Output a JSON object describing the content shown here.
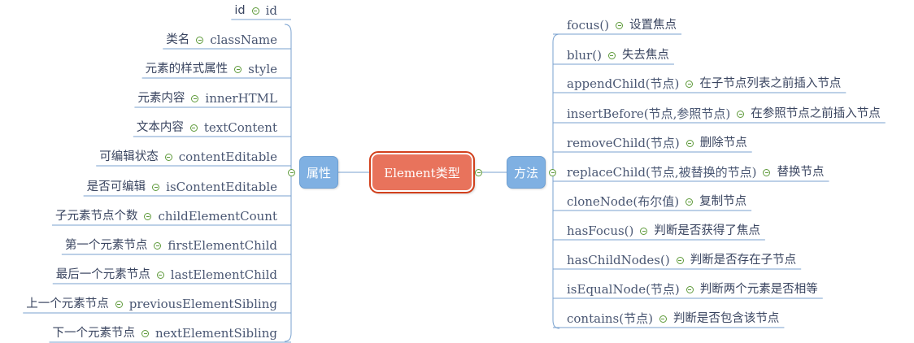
{
  "center": {
    "label": "Element类型"
  },
  "left_branch": {
    "label": "属性",
    "items": [
      {
        "zh": "id",
        "en": "id"
      },
      {
        "zh": "类名",
        "en": "className"
      },
      {
        "zh": "元素的样式属性",
        "en": "style"
      },
      {
        "zh": "元素内容",
        "en": "innerHTML"
      },
      {
        "zh": "文本内容",
        "en": "textContent"
      },
      {
        "zh": "可编辑状态",
        "en": "contentEditable"
      },
      {
        "zh": "是否可编辑",
        "en": "isContentEditable"
      },
      {
        "zh": "子元素节点个数",
        "en": "childElementCount"
      },
      {
        "zh": "第一个元素节点",
        "en": "firstElementChild"
      },
      {
        "zh": "最后一个元素节点",
        "en": "lastElementChild"
      },
      {
        "zh": "上一个元素节点",
        "en": "previousElementSibling"
      },
      {
        "zh": "下一个元素节点",
        "en": "nextElementSibling"
      }
    ]
  },
  "right_branch": {
    "label": "方法",
    "items": [
      {
        "method": "focus()",
        "desc": "设置焦点"
      },
      {
        "method": "blur()",
        "desc": "失去焦点"
      },
      {
        "method": "appendChild(节点)",
        "desc": "在子节点列表之前插入节点"
      },
      {
        "method": "insertBefore(节点,参照节点)",
        "desc": "在参照节点之前插入节点"
      },
      {
        "method": "removeChild(节点)",
        "desc": "删除节点"
      },
      {
        "method": "replaceChild(节点,被替换的节点)",
        "desc": "替换节点"
      },
      {
        "method": "cloneNode(布尔值)",
        "desc": "复制节点"
      },
      {
        "method": "hasFocus()",
        "desc": "判断是否获得了焦点"
      },
      {
        "method": "hasChildNodes()",
        "desc": "判断是否存在子节点"
      },
      {
        "method": "isEqualNode(节点)",
        "desc": "判断两个元素是否相等"
      },
      {
        "method": "contains(节点)",
        "desc": "判断是否包含该节点"
      }
    ]
  },
  "colors": {
    "center_fill": "#e8735c",
    "center_outline": "#d2401c",
    "branch_fill": "#7fb0e2",
    "line": "#7aa2cf",
    "text": "#4a5773",
    "collapse_icon": "#5e9a3a"
  }
}
